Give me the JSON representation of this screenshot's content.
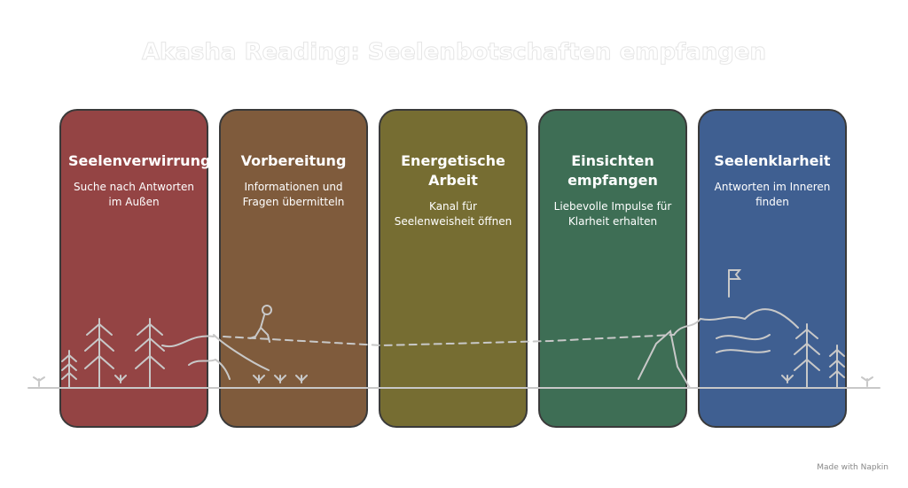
{
  "title": "Akasha Reading: Seelenbotschaften empfangen",
  "stages": [
    {
      "title": "Seelenverwirrung",
      "text": "Suche nach Antworten im Außen",
      "color": "#944444"
    },
    {
      "title": "Vorbereitung",
      "text": "Informationen und Fragen übermitteln",
      "color": "#7f5b3c"
    },
    {
      "title": "Energetische Arbeit",
      "text": "Kanal für Seelenweisheit öffnen",
      "color": "#766d32"
    },
    {
      "title": "Einsichten empfangen",
      "text": "Liebevolle Impulse für Klarheit erhalten",
      "color": "#3e6e55"
    },
    {
      "title": "Seelenklarheit",
      "text": "Antworten im Inneren finden",
      "color": "#3f5f91"
    }
  ],
  "credit": "Made with Napkin"
}
